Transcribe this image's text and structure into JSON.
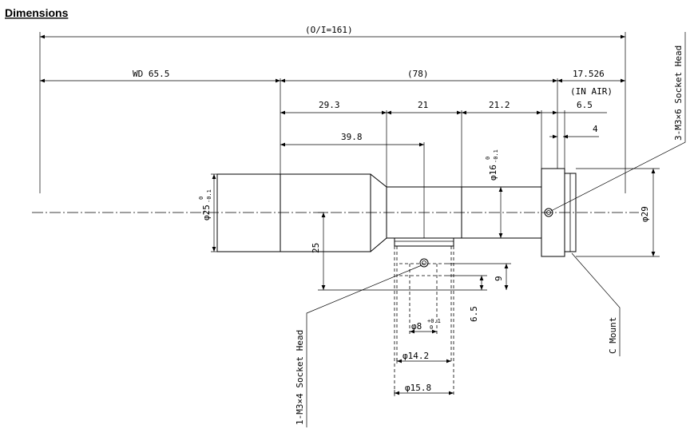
{
  "title": "Dimensions",
  "dimensions": {
    "overall": "(O/I=161)",
    "wd": "WD 65.5",
    "body": "(78)",
    "flange": "17.526",
    "flange_note": "(IN AIR)",
    "seg1": "29.3",
    "seg2": "21",
    "seg3": "21.2",
    "seg4": "6.5",
    "seg5": "4",
    "port_offset": "39.8",
    "dia_front": "φ25",
    "dia_front_tol_upper": "0",
    "dia_front_tol_lower": "-0.1",
    "dia_mid": "φ16",
    "dia_mid_tol_upper": "0",
    "dia_mid_tol_lower": "-0.1",
    "dia_mount": "φ29",
    "height_port": "25",
    "port_9": "9",
    "port_6_5": "6.5",
    "dia_port_inner": "φ8",
    "dia_port_tol_upper": "+0.1",
    "dia_port_tol_lower": "0",
    "dia_port_14": "φ14.2",
    "dia_port_15": "φ15.8"
  },
  "callouts": {
    "socket_top": "3-M3×6 Socket Head",
    "socket_bottom": "1-M3×4 Socket Head",
    "mount": "C Mount"
  }
}
